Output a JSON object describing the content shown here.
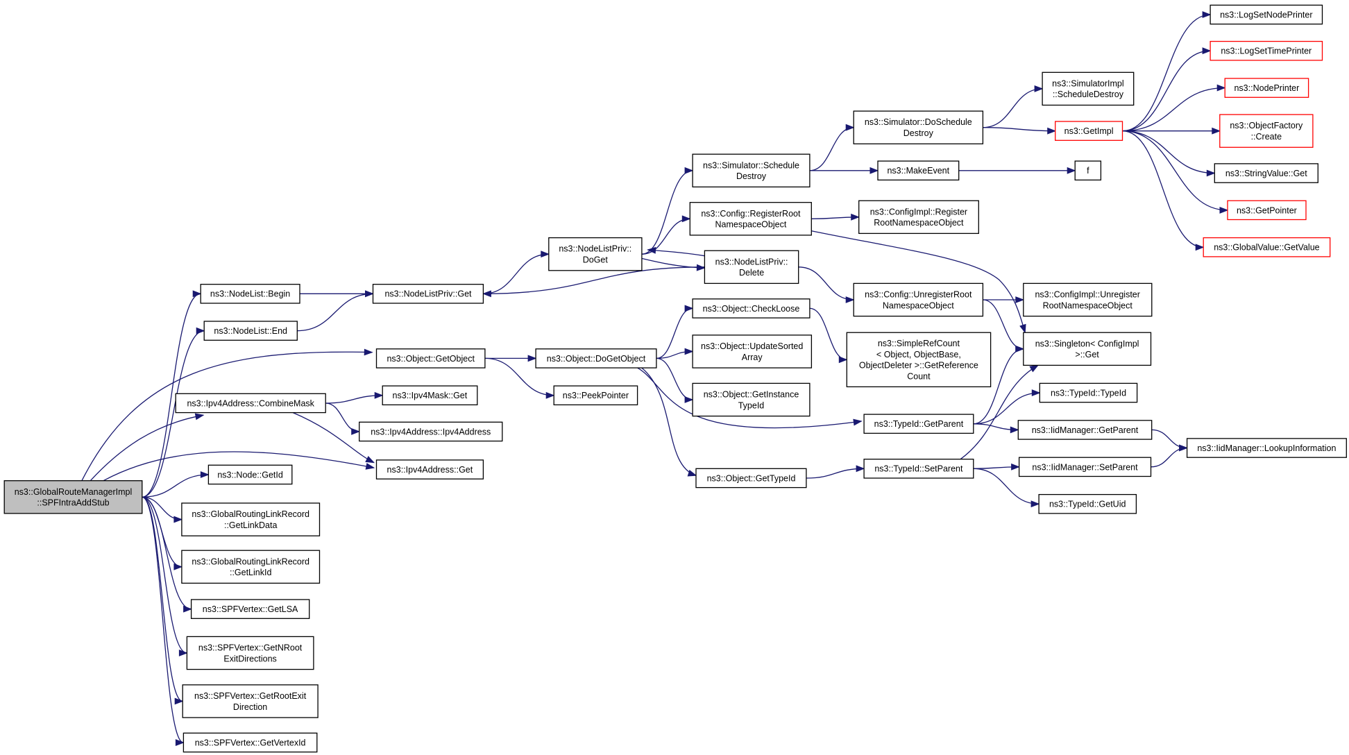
{
  "colors": {
    "edge": "#191970",
    "node_border": "#000000",
    "node_border_truncated": "#ff0000",
    "node_fill": "#ffffff",
    "root_fill": "#bfbfbf"
  },
  "nodes": [
    {
      "id": "root",
      "lines": [
        "ns3::GlobalRouteManagerImpl",
        "::SPFIntraAddStub"
      ],
      "kind": "root"
    },
    {
      "id": "nl_begin",
      "lines": [
        "ns3::NodeList::Begin"
      ],
      "kind": "normal"
    },
    {
      "id": "nl_end",
      "lines": [
        "ns3::NodeList::End"
      ],
      "kind": "normal"
    },
    {
      "id": "obj_getobject",
      "lines": [
        "ns3::Object::GetObject"
      ],
      "kind": "normal"
    },
    {
      "id": "ip_combinemask",
      "lines": [
        "ns3::Ipv4Address::CombineMask"
      ],
      "kind": "normal"
    },
    {
      "id": "node_getid",
      "lines": [
        "ns3::Node::GetId"
      ],
      "kind": "normal"
    },
    {
      "id": "grlr_getlinkdata",
      "lines": [
        "ns3::GlobalRoutingLinkRecord",
        "::GetLinkData"
      ],
      "kind": "normal"
    },
    {
      "id": "grlr_getlinkid",
      "lines": [
        "ns3::GlobalRoutingLinkRecord",
        "::GetLinkId"
      ],
      "kind": "normal"
    },
    {
      "id": "spf_getlsa",
      "lines": [
        "ns3::SPFVertex::GetLSA"
      ],
      "kind": "normal"
    },
    {
      "id": "spf_getnroot",
      "lines": [
        "ns3::SPFVertex::GetNRoot",
        "ExitDirections"
      ],
      "kind": "normal"
    },
    {
      "id": "spf_getrootexit",
      "lines": [
        "ns3::SPFVertex::GetRootExit",
        "Direction"
      ],
      "kind": "normal"
    },
    {
      "id": "spf_getvertexid",
      "lines": [
        "ns3::SPFVertex::GetVertexId"
      ],
      "kind": "normal"
    },
    {
      "id": "nlp_get",
      "lines": [
        "ns3::NodeListPriv::Get"
      ],
      "kind": "normal"
    },
    {
      "id": "nlp_doget",
      "lines": [
        "ns3::NodeListPriv::",
        "DoGet"
      ],
      "kind": "normal"
    },
    {
      "id": "nlp_delete",
      "lines": [
        "ns3::NodeListPriv::",
        "Delete"
      ],
      "kind": "normal"
    },
    {
      "id": "sim_schedule_destroy",
      "lines": [
        "ns3::Simulator::Schedule",
        "Destroy"
      ],
      "kind": "normal"
    },
    {
      "id": "cfg_register_root",
      "lines": [
        "ns3::Config::RegisterRoot",
        "NamespaceObject"
      ],
      "kind": "normal"
    },
    {
      "id": "sim_doschedule_destroy",
      "lines": [
        "ns3::Simulator::DoSchedule",
        "Destroy"
      ],
      "kind": "normal"
    },
    {
      "id": "make_event",
      "lines": [
        "ns3::MakeEvent"
      ],
      "kind": "normal"
    },
    {
      "id": "cfgimpl_register",
      "lines": [
        "ns3::ConfigImpl::Register",
        "RootNamespaceObject"
      ],
      "kind": "normal"
    },
    {
      "id": "cfg_unregister_root",
      "lines": [
        "ns3::Config::UnregisterRoot",
        "NamespaceObject"
      ],
      "kind": "normal"
    },
    {
      "id": "cfgimpl_unregister",
      "lines": [
        "ns3::ConfigImpl::Unregister",
        "RootNamespaceObject"
      ],
      "kind": "normal"
    },
    {
      "id": "simimpl_schedule_destroy",
      "lines": [
        "ns3::SimulatorImpl",
        "::ScheduleDestroy"
      ],
      "kind": "normal"
    },
    {
      "id": "get_impl",
      "lines": [
        "ns3::GetImpl"
      ],
      "kind": "truncated"
    },
    {
      "id": "f",
      "lines": [
        "f"
      ],
      "kind": "normal"
    },
    {
      "id": "log_set_node_printer",
      "lines": [
        "ns3::LogSetNodePrinter"
      ],
      "kind": "normal"
    },
    {
      "id": "log_set_time_printer",
      "lines": [
        "ns3::LogSetTimePrinter"
      ],
      "kind": "truncated"
    },
    {
      "id": "node_printer",
      "lines": [
        "ns3::NodePrinter"
      ],
      "kind": "truncated"
    },
    {
      "id": "object_factory_create",
      "lines": [
        "ns3::ObjectFactory",
        "::Create"
      ],
      "kind": "truncated"
    },
    {
      "id": "string_value_get",
      "lines": [
        "ns3::StringValue::Get"
      ],
      "kind": "normal"
    },
    {
      "id": "get_pointer",
      "lines": [
        "ns3::GetPointer"
      ],
      "kind": "truncated"
    },
    {
      "id": "global_value_get",
      "lines": [
        "ns3::GlobalValue::GetValue"
      ],
      "kind": "truncated"
    },
    {
      "id": "obj_checkloose",
      "lines": [
        "ns3::Object::CheckLoose"
      ],
      "kind": "normal"
    },
    {
      "id": "obj_dogetobject",
      "lines": [
        "ns3::Object::DoGetObject"
      ],
      "kind": "normal"
    },
    {
      "id": "peek_pointer",
      "lines": [
        "ns3::PeekPointer"
      ],
      "kind": "normal"
    },
    {
      "id": "obj_update_sorted",
      "lines": [
        "ns3::Object::UpdateSorted",
        "Array"
      ],
      "kind": "normal"
    },
    {
      "id": "obj_getinstance",
      "lines": [
        "ns3::Object::GetInstance",
        "TypeId"
      ],
      "kind": "normal"
    },
    {
      "id": "obj_gettypeid",
      "lines": [
        "ns3::Object::GetTypeId"
      ],
      "kind": "normal"
    },
    {
      "id": "simple_ref_count",
      "lines": [
        "ns3::SimpleRefCount",
        "< Object, ObjectBase,",
        "ObjectDeleter >::GetReference",
        "Count"
      ],
      "kind": "normal"
    },
    {
      "id": "singleton_get",
      "lines": [
        "ns3::Singleton< ConfigImpl",
        ">::Get"
      ],
      "kind": "normal"
    },
    {
      "id": "typeid_getparent",
      "lines": [
        "ns3::TypeId::GetParent"
      ],
      "kind": "normal"
    },
    {
      "id": "typeid_typeid",
      "lines": [
        "ns3::TypeId::TypeId"
      ],
      "kind": "normal"
    },
    {
      "id": "iid_getparent",
      "lines": [
        "ns3::IidManager::GetParent"
      ],
      "kind": "normal"
    },
    {
      "id": "iid_lookup",
      "lines": [
        "ns3::IidManager::LookupInformation"
      ],
      "kind": "normal"
    },
    {
      "id": "typeid_setparent",
      "lines": [
        "ns3::TypeId::SetParent"
      ],
      "kind": "normal"
    },
    {
      "id": "iid_setparent",
      "lines": [
        "ns3::IidManager::SetParent"
      ],
      "kind": "normal"
    },
    {
      "id": "typeid_getuid",
      "lines": [
        "ns3::TypeId::GetUid"
      ],
      "kind": "normal"
    },
    {
      "id": "ipv4mask_get",
      "lines": [
        "ns3::Ipv4Mask::Get"
      ],
      "kind": "normal"
    },
    {
      "id": "ipv4addr_ipv4addr",
      "lines": [
        "ns3::Ipv4Address::Ipv4Address"
      ],
      "kind": "normal"
    },
    {
      "id": "ipv4addr_get",
      "lines": [
        "ns3::Ipv4Address::Get"
      ],
      "kind": "normal"
    }
  ],
  "edges": [
    [
      "root",
      "nl_begin"
    ],
    [
      "root",
      "nl_end"
    ],
    [
      "root",
      "obj_getobject"
    ],
    [
      "root",
      "ip_combinemask"
    ],
    [
      "root",
      "ipv4addr_get"
    ],
    [
      "root",
      "node_getid"
    ],
    [
      "root",
      "grlr_getlinkdata"
    ],
    [
      "root",
      "grlr_getlinkid"
    ],
    [
      "root",
      "spf_getlsa"
    ],
    [
      "root",
      "spf_getnroot"
    ],
    [
      "root",
      "spf_getrootexit"
    ],
    [
      "root",
      "spf_getvertexid"
    ],
    [
      "nl_begin",
      "nlp_get"
    ],
    [
      "nl_end",
      "nlp_get"
    ],
    [
      "nlp_get",
      "nlp_doget"
    ],
    [
      "nlp_delete",
      "nlp_get"
    ],
    [
      "nlp_doget",
      "sim_schedule_destroy"
    ],
    [
      "nlp_doget",
      "cfg_register_root"
    ],
    [
      "nlp_doget",
      "nlp_delete"
    ],
    [
      "nlp_delete",
      "nlp_doget"
    ],
    [
      "sim_schedule_destroy",
      "sim_doschedule_destroy"
    ],
    [
      "sim_schedule_destroy",
      "make_event"
    ],
    [
      "cfg_register_root",
      "cfgimpl_register"
    ],
    [
      "cfg_register_root",
      "singleton_get"
    ],
    [
      "nlp_delete",
      "cfg_unregister_root"
    ],
    [
      "cfg_unregister_root",
      "cfgimpl_unregister"
    ],
    [
      "cfg_unregister_root",
      "singleton_get"
    ],
    [
      "sim_doschedule_destroy",
      "simimpl_schedule_destroy"
    ],
    [
      "sim_doschedule_destroy",
      "get_impl"
    ],
    [
      "make_event",
      "f"
    ],
    [
      "get_impl",
      "log_set_node_printer"
    ],
    [
      "get_impl",
      "log_set_time_printer"
    ],
    [
      "get_impl",
      "node_printer"
    ],
    [
      "get_impl",
      "object_factory_create"
    ],
    [
      "get_impl",
      "string_value_get"
    ],
    [
      "get_impl",
      "get_pointer"
    ],
    [
      "get_impl",
      "global_value_get"
    ],
    [
      "obj_getobject",
      "obj_dogetobject"
    ],
    [
      "obj_getobject",
      "peek_pointer"
    ],
    [
      "obj_dogetobject",
      "obj_checkloose"
    ],
    [
      "obj_dogetobject",
      "obj_update_sorted"
    ],
    [
      "obj_dogetobject",
      "obj_getinstance"
    ],
    [
      "obj_dogetobject",
      "typeid_getparent"
    ],
    [
      "obj_dogetobject",
      "obj_gettypeid"
    ],
    [
      "obj_checkloose",
      "simple_ref_count"
    ],
    [
      "typeid_getparent",
      "singleton_get"
    ],
    [
      "typeid_getparent",
      "typeid_typeid"
    ],
    [
      "typeid_getparent",
      "iid_getparent"
    ],
    [
      "iid_getparent",
      "iid_lookup"
    ],
    [
      "obj_gettypeid",
      "typeid_setparent"
    ],
    [
      "typeid_setparent",
      "singleton_get"
    ],
    [
      "typeid_setparent",
      "iid_setparent"
    ],
    [
      "typeid_setparent",
      "typeid_getuid"
    ],
    [
      "iid_setparent",
      "iid_lookup"
    ],
    [
      "ip_combinemask",
      "ipv4mask_get"
    ],
    [
      "ip_combinemask",
      "ipv4addr_ipv4addr"
    ],
    [
      "ip_combinemask",
      "ipv4addr_get"
    ]
  ]
}
